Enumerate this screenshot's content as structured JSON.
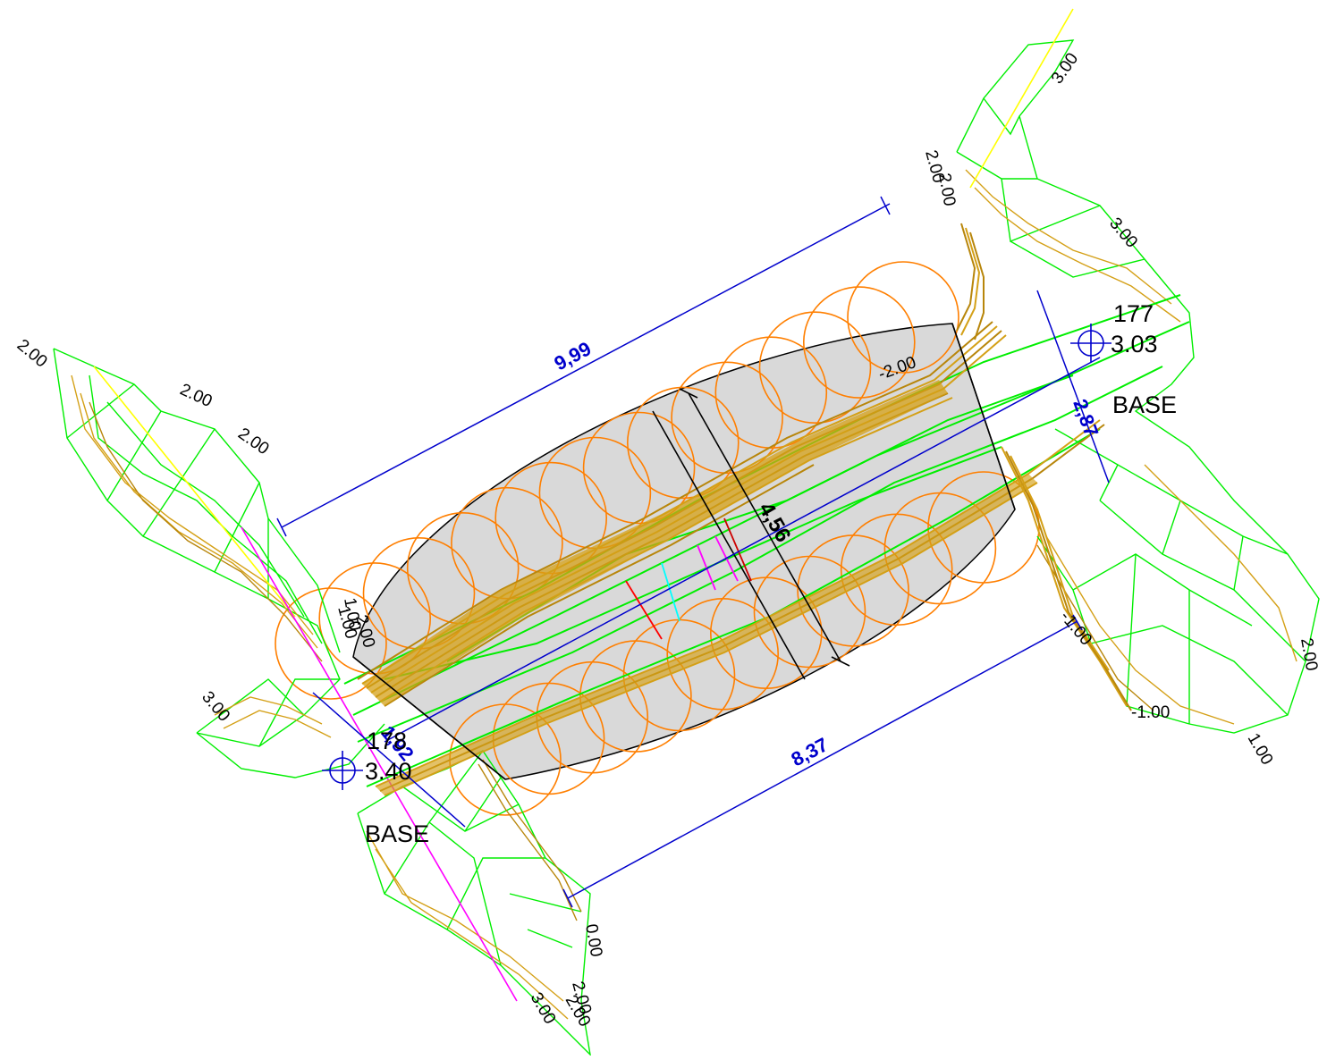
{
  "colors": {
    "mesh": "#00ee00",
    "contour": "#d4a017",
    "contour_dark": "#b8860b",
    "scour": "#ff7f00",
    "dimension": "#0000cc",
    "axis_magenta": "#ff00ff",
    "axis_yellow": "#ffff00",
    "fill_grey": "#d9d9d9"
  },
  "dimensions": {
    "length_top": "9,99",
    "length_bottom": "8,37",
    "width_right": "2,87",
    "width_left": "1,92",
    "span_middle": "4,56"
  },
  "stations": {
    "left": {
      "number": "178",
      "elevation": "3.40",
      "tag": "BASE"
    },
    "right": {
      "number": "177",
      "elevation": "3.03",
      "tag": "BASE"
    }
  },
  "elevation_labels": [
    "2.00",
    "2.00",
    "2.00",
    "3.00",
    "1.00",
    "1.00",
    "2.00",
    "3.00",
    "2.00",
    "3.00",
    "2.00",
    "-2.00",
    "-1.00",
    "-1.00",
    "1.00",
    "2.00",
    "0.00",
    "3.00",
    "2.00",
    "2.00"
  ]
}
